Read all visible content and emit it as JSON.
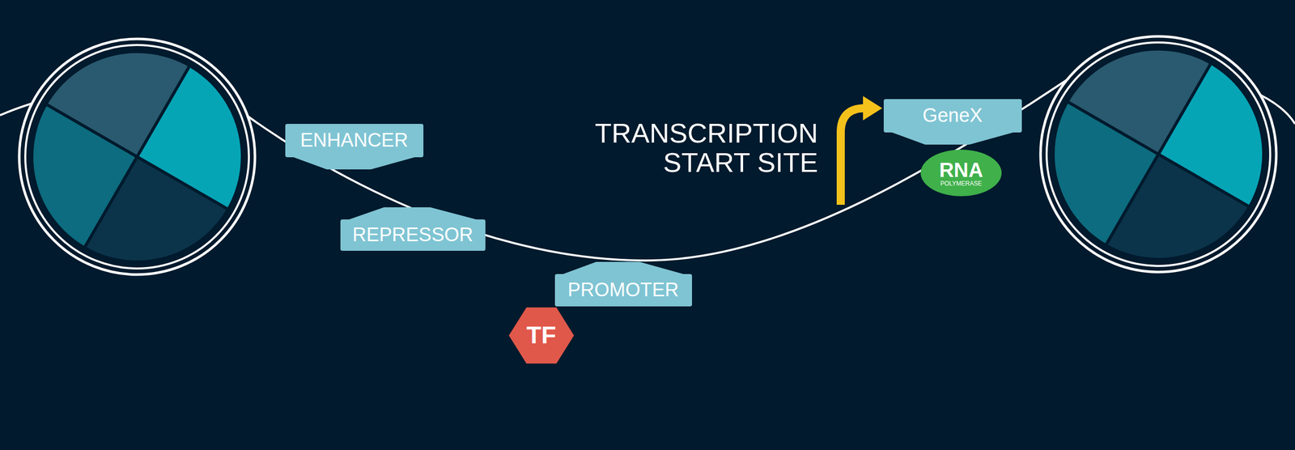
{
  "diagram": {
    "nodes": [
      {
        "text": [
          "ENHANCER"
        ]
      },
      {
        "text": [
          "REPRESSOR"
        ]
      },
      {
        "text": [
          "PROMOTER"
        ]
      },
      {
        "text": [
          "TF"
        ]
      },
      {
        "text": [
          "GeneX"
        ]
      },
      {
        "text": [
          "RNA",
          "POLYMERASE"
        ]
      }
    ],
    "labels": [
      "TRANSCRIPTION START SITE"
    ]
  }
}
